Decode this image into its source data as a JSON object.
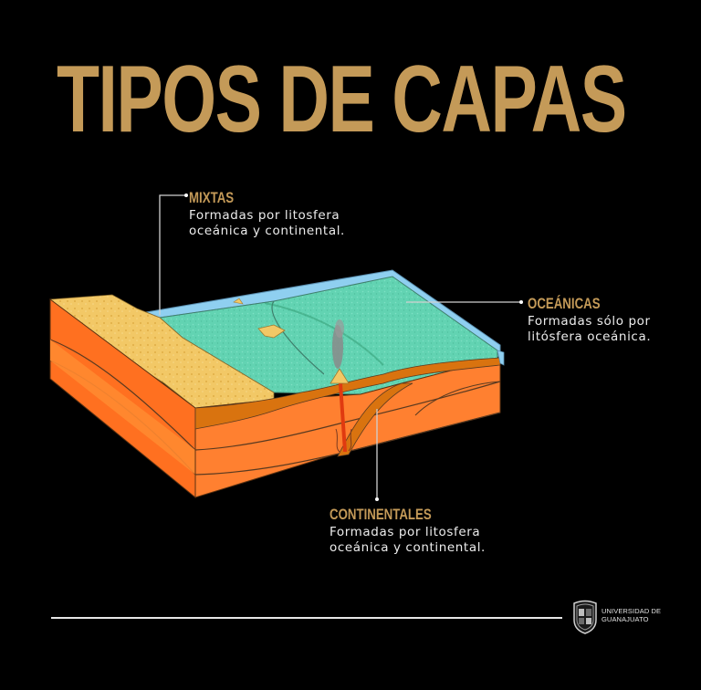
{
  "title": "TIPOS DE CAPAS",
  "colors": {
    "accent_gold": "#c49a58",
    "background": "#000000",
    "text_light": "#ececec",
    "ocean_floor": "#5fd3b0",
    "water": "#8fd0f0",
    "continent_sand": "#f0c463",
    "crust_orange": "#ff7a22",
    "mantle_orange": "#ff8f3a"
  },
  "labels": {
    "mixtas": {
      "heading": "MIXTAS",
      "description": "Formadas por litosfera\noceánica y continental."
    },
    "oceanicas": {
      "heading": "OCEÁNICAS",
      "description": "Formadas sólo por\nlitósfera oceánica."
    },
    "continentales": {
      "heading": "CONTINENTALES",
      "description": "Formadas por litosfera\noceánica y continental."
    }
  },
  "footer": {
    "logo_text": "UNIVERSIDAD DE\nGUANAJUATO"
  }
}
